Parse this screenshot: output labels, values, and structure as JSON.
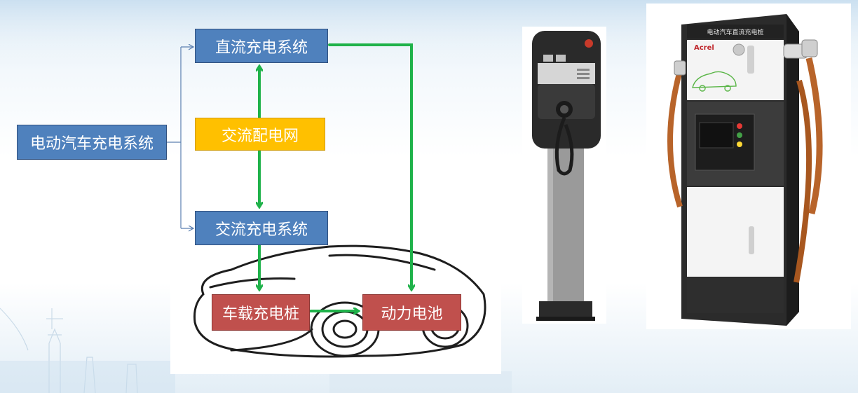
{
  "diagram": {
    "nodes": {
      "ev_system": "电动汽车充电系统",
      "dc_system": "直流充电系统",
      "ac_grid": "交流配电网",
      "ac_system": "交流充电系统",
      "onboard_charger": "车载充电桩",
      "battery": "动力电池"
    },
    "edges": [
      {
        "from": "ac_grid",
        "to": "dc_system"
      },
      {
        "from": "ac_grid",
        "to": "ac_system"
      },
      {
        "from": "dc_system",
        "to": "battery"
      },
      {
        "from": "ac_system",
        "to": "onboard_charger"
      },
      {
        "from": "onboard_charger",
        "to": "battery"
      },
      {
        "from": "ev_system",
        "to": "dc_system"
      },
      {
        "from": "ev_system",
        "to": "ac_system"
      }
    ],
    "colors": {
      "blue_box": "#4f81bd",
      "yellow_box": "#ffc000",
      "red_box": "#c0504d",
      "green_arrow": "#1fb24a",
      "bracket_line": "#5b7fb0"
    }
  },
  "photos": {
    "ac_pile": {
      "icon": "ac-charging-pile-photo"
    },
    "dc_pile": {
      "icon": "dc-charging-pile-photo",
      "brand": "Acrel",
      "panel_title": "电动汽车直流充电桩"
    }
  }
}
